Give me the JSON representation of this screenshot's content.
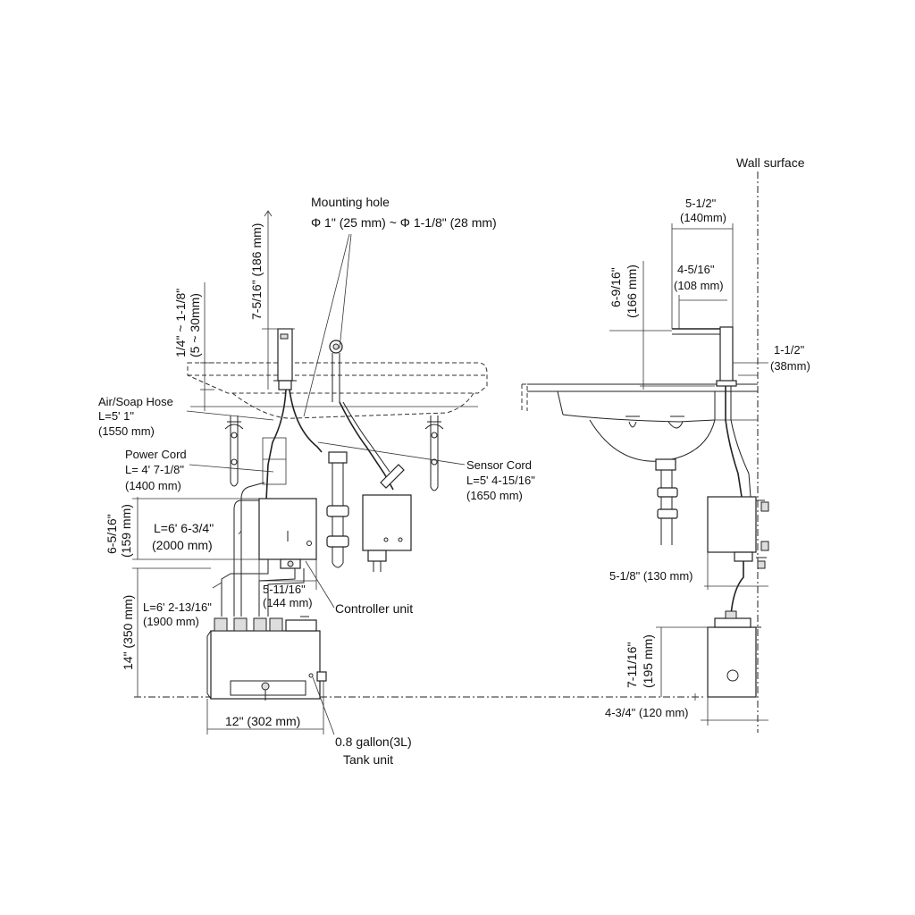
{
  "labels": {
    "wall_surface": "Wall surface",
    "mounting_hole_title": "Mounting hole",
    "mounting_hole_size": "Φ 1\" (25 mm) ~ Φ 1-1/8\" (28 mm)",
    "air_soap_hose": "Air/Soap Hose",
    "air_soap_hose_len": "L=5' 1\"",
    "air_soap_hose_mm": "(1550 mm)",
    "power_cord": "Power Cord",
    "power_cord_len": "L= 4' 7-1/8\"",
    "power_cord_mm": "(1400 mm)",
    "sensor_cord": "Sensor Cord",
    "sensor_cord_len": "L=5' 4-15/16\"",
    "sensor_cord_mm": "(1650 mm)",
    "controller_unit": "Controller unit",
    "tank_capacity": "0.8 gallon(3L)",
    "tank_unit": "Tank unit"
  },
  "dimensions": {
    "d_7_5_16": "7-5/16\" (186 mm)",
    "d_1_4_1_1_8": "1/4\" ~ 1-1/8\"",
    "d_5_30mm": "(5 ~ 30mm)",
    "d_6_5_16": "6-5/16\"",
    "d_159mm": "(159 mm)",
    "d_l_6_6_3_4": "L=6' 6-3/4\"",
    "d_2000mm": "(2000 mm)",
    "d_5_11_16": "5-11/16\"",
    "d_144mm": "(144 mm)",
    "d_l_6_2_13_16": "L=6' 2-13/16\"",
    "d_1900mm": "(1900 mm)",
    "d_14": "14\" (350 mm)",
    "d_12": "12\" (302 mm)",
    "d_5_1_2": "5-1/2\"",
    "d_140mm": "(140mm)",
    "d_4_5_16": "4-5/16\"",
    "d_108mm": "(108 mm)",
    "d_6_9_16": "6-9/16\"",
    "d_166mm": "(166 mm)",
    "d_1_1_2": "1-1/2\"",
    "d_38mm": "(38mm)",
    "d_5_1_8": "5-1/8\" (130 mm)",
    "d_7_11_16": "7-11/16\"",
    "d_195mm": "(195 mm)",
    "d_4_3_4": "4-3/4\" (120 mm)"
  }
}
